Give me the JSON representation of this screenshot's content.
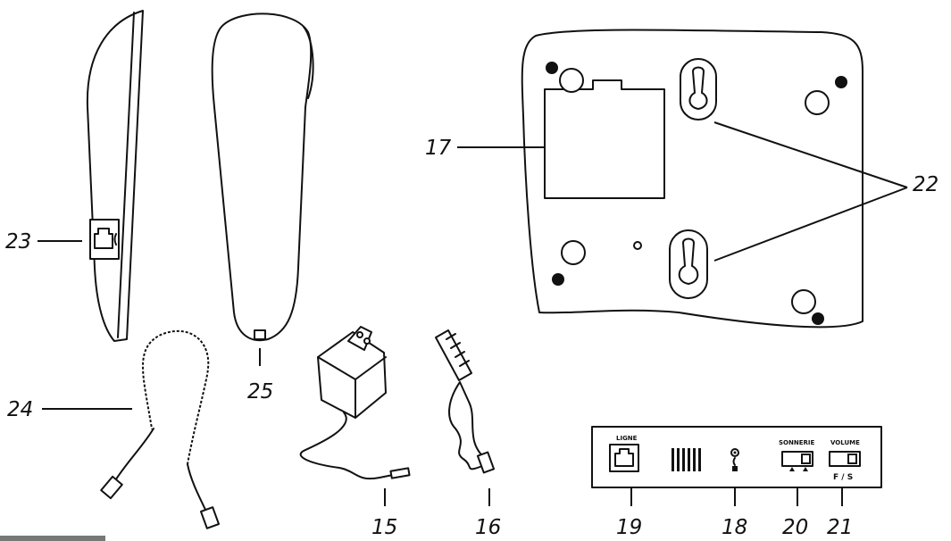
{
  "callouts": {
    "c15": "15",
    "c16": "16",
    "c17": "17",
    "c18": "18",
    "c19": "19",
    "c20": "20",
    "c21": "21",
    "c22": "22",
    "c23": "23",
    "c24": "24",
    "c25": "25"
  },
  "rear_panel": {
    "ligne": "LIGNE",
    "sonnerie": "SONNERIE",
    "volume": "VOLUME",
    "volume_sub": "F / S"
  },
  "colors": {
    "ink": "#111111",
    "footer_bar": "#777777"
  }
}
